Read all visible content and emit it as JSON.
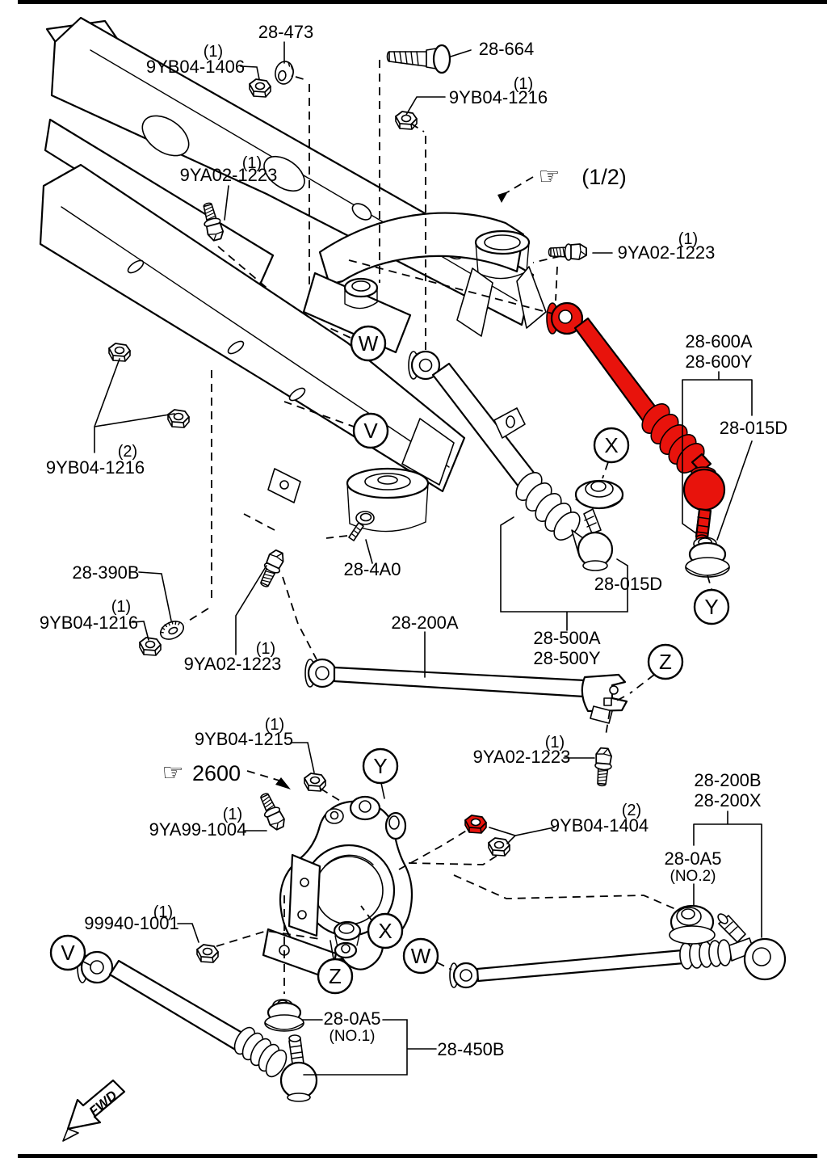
{
  "colors": {
    "ink": "#000000",
    "highlight": "#e8130c",
    "paper": "#ffffff"
  },
  "icons": {
    "pointing_hand": "☞"
  },
  "view_markers": {
    "w": "W",
    "v": "V",
    "x": "X",
    "y": "Y",
    "z": "Z"
  },
  "callouts": {
    "c28_473": {
      "text": "28-473"
    },
    "c9yb04_1406": {
      "qty": "(1)",
      "text": "9YB04-1406"
    },
    "c28_664": {
      "text": "28-664"
    },
    "c9yb04_1216_top": {
      "qty": "(1)",
      "text": "9YB04-1216"
    },
    "c9ya02_1223_tl": {
      "qty": "(1)",
      "text": "9YA02-1223"
    },
    "ref_half": {
      "text": "(1/2)"
    },
    "c9ya02_1223_r": {
      "qty": "(1)",
      "text": "9YA02-1223"
    },
    "c28_600": {
      "line1": "28-600A",
      "line2": "28-600Y"
    },
    "c28_015d_right": {
      "text": "28-015D"
    },
    "c9yb04_1216_x2": {
      "qty": "(2)",
      "text": "9YB04-1216"
    },
    "c28_390b": {
      "text": "28-390B"
    },
    "c9yb04_1216_l": {
      "qty": "(1)",
      "text": "9YB04-1216"
    },
    "c9ya02_1223_ml": {
      "qty": "(1)",
      "text": "9YA02-1223"
    },
    "c28_4a0": {
      "text": "28-4A0"
    },
    "c28_200a": {
      "text": "28-200A"
    },
    "c28_500": {
      "line1": "28-500A",
      "line2": "28-500Y"
    },
    "c28_015d_mid": {
      "text": "28-015D"
    },
    "c9ya02_1223_b": {
      "qty": "(1)",
      "text": "9YA02-1223"
    },
    "c9yb04_1215": {
      "qty": "(1)",
      "text": "9YB04-1215"
    },
    "ref_2600": {
      "text": "2600"
    },
    "c9ya99_1004": {
      "qty": "(1)",
      "text": "9YA99-1004"
    },
    "c9yb04_1404": {
      "qty": "(2)",
      "text": "9YB04-1404"
    },
    "c28_200b": {
      "line1": "28-200B",
      "line2": "28-200X"
    },
    "c28_0a5_no2": {
      "line1": "28-0A5",
      "line2": "(NO.2)"
    },
    "c99940_1001": {
      "qty": "(1)",
      "text": "99940-1001"
    },
    "c28_0a5_no1": {
      "line1": "28-0A5",
      "line2": "(NO.1)"
    },
    "c28_450b": {
      "text": "28-450B"
    },
    "fwd": {
      "text": "FWD"
    }
  }
}
